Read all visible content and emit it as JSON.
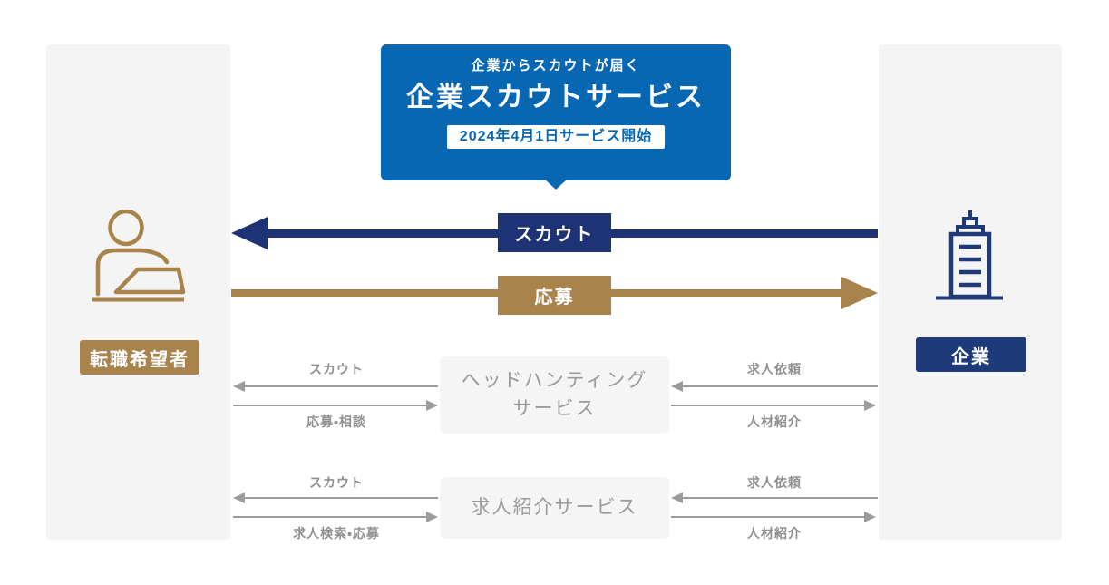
{
  "callout": {
    "subtitle": "企業からスカウトが届く",
    "title": "企業スカウトサービス",
    "badge": "2024年4月1日サービス開始"
  },
  "actors": {
    "jobseeker": "転職希望者",
    "company": "企業"
  },
  "main_flows": {
    "scout": "スカウト",
    "apply": "応募"
  },
  "services": [
    {
      "title": "ヘッドハンティング\nサービス",
      "labels": {
        "left_top": "スカウト",
        "left_bottom": "応募・相談",
        "right_top": "求人依頼",
        "right_bottom": "人材紹介"
      }
    },
    {
      "title": "求人紹介サービス",
      "labels": {
        "left_top": "スカウト",
        "left_bottom": "求人検索・応募",
        "right_top": "求人依頼",
        "right_bottom": "人材紹介"
      }
    }
  ],
  "colors": {
    "callout_blue": "#0767b2",
    "navy": "#1e3276",
    "company_navy": "#1e3a78",
    "gold": "#a8834b",
    "panel_gray": "#f4f4f4",
    "service_box_gray": "#f5f5f5",
    "arrow_gray": "#9c9c9c",
    "label_gray": "#8f8f8f"
  }
}
